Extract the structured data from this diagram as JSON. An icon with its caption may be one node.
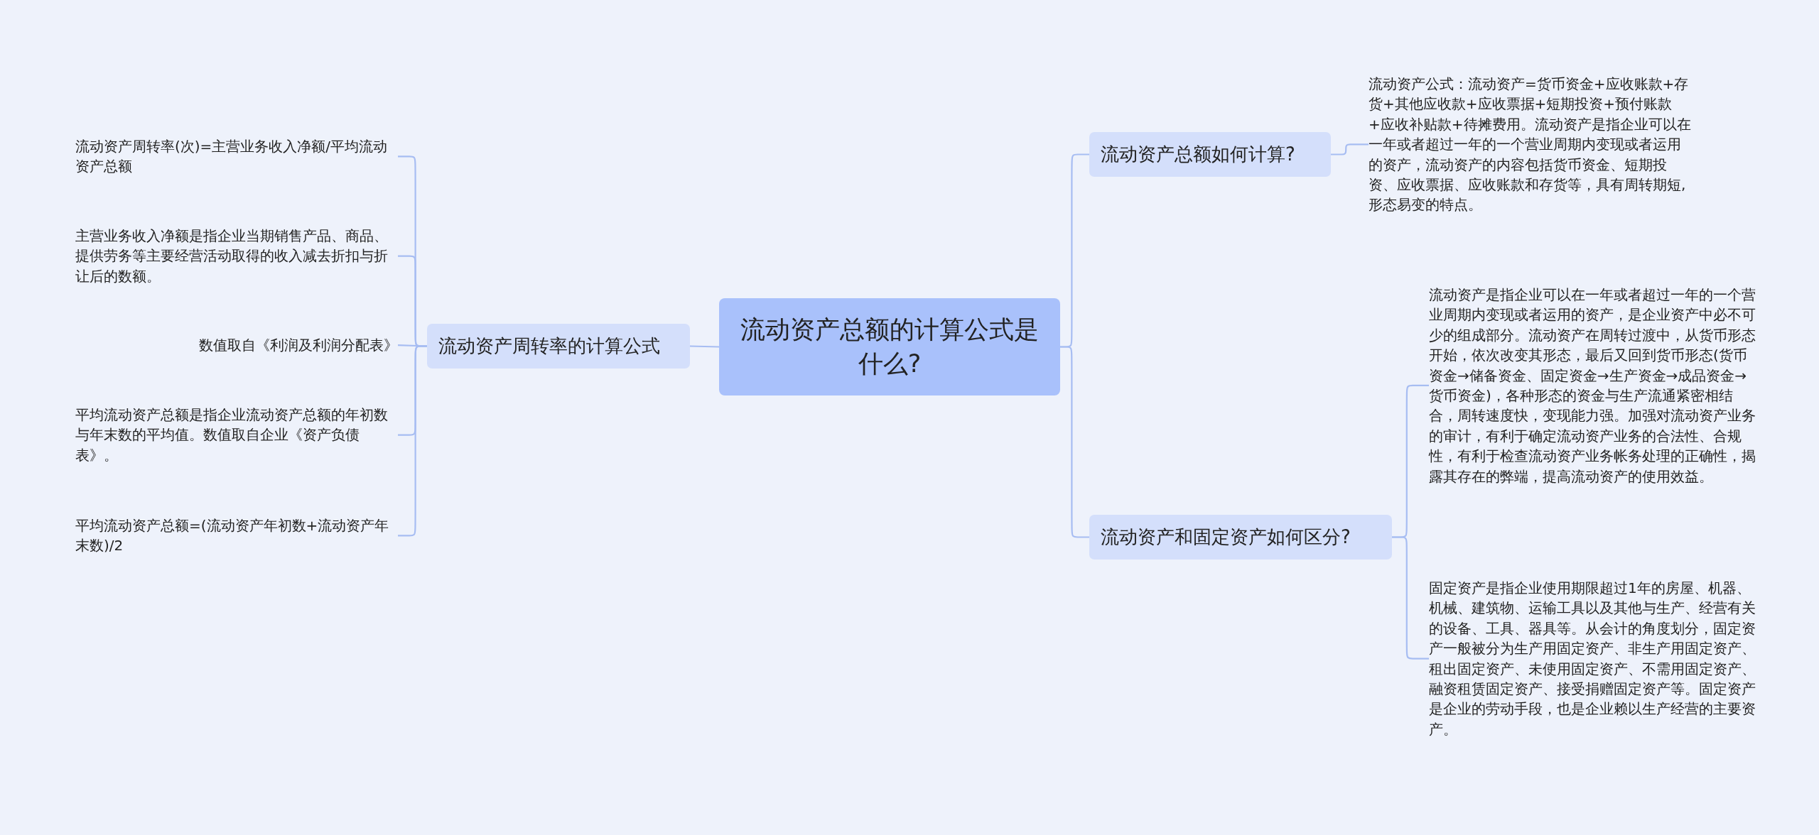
{
  "diagram": {
    "nodes": [
      {
        "text": [
          "流动资产总额的计算公式是什么?"
        ]
      },
      {
        "text": [
          "流动资产周转率的计算公式"
        ]
      },
      {
        "text": [
          "流动资产周转率(次)=主营业务收入净额/平均流动资产总额"
        ]
      },
      {
        "text": [
          "主营业务收入净额是指企业当期销售产品、商品、提供劳务等主要经营活动取得的收入减去折扣与折让后的数额。"
        ]
      },
      {
        "text": [
          "数值取自《利润及利润分配表》"
        ]
      },
      {
        "text": [
          "平均流动资产总额是指企业流动资产总额的年初数与年末数的平均值。数值取自企业《资产负债表》。"
        ]
      },
      {
        "text": [
          "平均流动资产总额=(流动资产年初数+流动资产年末数)/2"
        ]
      },
      {
        "text": [
          "流动资产总额如何计算?"
        ]
      },
      {
        "text": [
          "流动资产公式：流动资产=货币资金+应收账款+存货+其他应收款+应收票据+短期投资+预付账款+应收补贴款+待摊费用。流动资产是指企业可以在一年或者超过一年的一个营业周期内变现或者运用的资产，流动资产的内容包括货币资金、短期投资、应收票据、应收账款和存货等，具有周转期短,形态易变的特点。"
        ]
      },
      {
        "text": [
          "流动资产和固定资产如何区分?"
        ]
      },
      {
        "text": [
          "流动资产是指企业可以在一年或者超过一年的一个营业周期内变现或者运用的资产，是企业资产中必不可少的组成部分。流动资产在周转过渡中，从货币形态开始，依次改变其形态，最后又回到货币形态(货币资金→储备资金、固定资金→生产资金→成品资金→货币资金)，各种形态的资金与生产流通紧密相结合，周转速度快，变现能力强。加强对流动资产业务的审计，有利于确定流动资产业务的合法性、合规性，有利于检查流动资产业务帐务处理的正确性，揭露其存在的弊端，提高流动资产的使用效益。"
        ]
      },
      {
        "text": [
          "固定资产是指企业使用期限超过1年的房屋、机器、机械、建筑物、运输工具以及其他与生产、经营有关的设备、工具、器具等。从会计的角度划分，固定资产一般被分为生产用固定资产、非生产用固定资产、租出固定资产、未使用固定资产、不需用固定资产、融资租赁固定资产、接受捐赠固定资产等。固定资产是企业的劳动手段，也是企业赖以生产经营的主要资产。"
        ]
      }
    ],
    "edges": [
      {
        "from": 0,
        "to": 1,
        "arrow": "none"
      },
      {
        "from": 1,
        "to": 2,
        "arrow": "none"
      },
      {
        "from": 1,
        "to": 3,
        "arrow": "none"
      },
      {
        "from": 1,
        "to": 4,
        "arrow": "none"
      },
      {
        "from": 1,
        "to": 5,
        "arrow": "none"
      },
      {
        "from": 1,
        "to": 6,
        "arrow": "none"
      },
      {
        "from": 0,
        "to": 7,
        "arrow": "none"
      },
      {
        "from": 7,
        "to": 8,
        "arrow": "none"
      },
      {
        "from": 0,
        "to": 9,
        "arrow": "none"
      },
      {
        "from": 9,
        "to": 10,
        "arrow": "none"
      },
      {
        "from": 9,
        "to": 11,
        "arrow": "none"
      }
    ]
  }
}
